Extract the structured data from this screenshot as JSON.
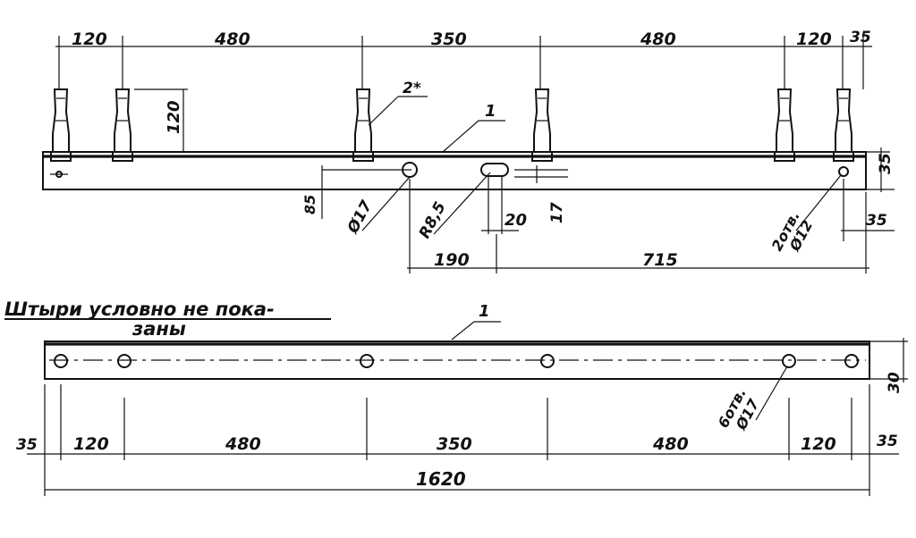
{
  "top_view": {
    "dims_top": [
      "120",
      "480",
      "350",
      "480",
      "120",
      "35"
    ],
    "pin_height": "120",
    "callout_pin": "2*",
    "callout_strip": "1",
    "right_height": "35",
    "left_hole_offset": "85",
    "hole_small": "Ø17",
    "slot": "R8,5",
    "slot_width": "20",
    "slot_depth": "17",
    "holes_right_1": "2отв.",
    "holes_right_2": "Ø12",
    "right_offset": "35",
    "dims_bottom": [
      "190",
      "715"
    ]
  },
  "plan_view": {
    "note_line1": "Штыри условно не пока-",
    "note_line2": "заны",
    "callout_strip": "1",
    "holes_1": "6отв.",
    "holes_2": "Ø17",
    "height": "30",
    "dims": [
      "35",
      "120",
      "480",
      "350",
      "480",
      "120",
      "35"
    ],
    "total": "1620"
  }
}
